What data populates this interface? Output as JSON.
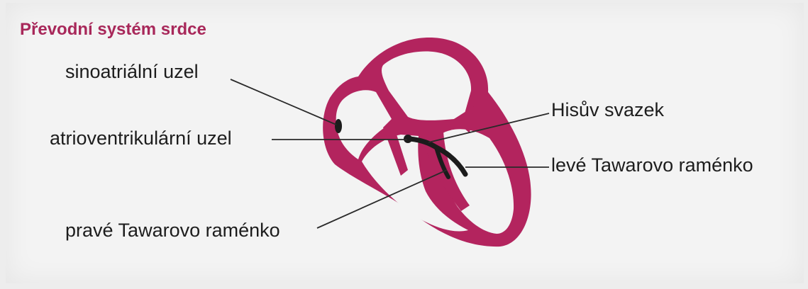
{
  "title": "Převodní systém srdce",
  "labels": {
    "sinoatrial_node": "sinoatriální uzel",
    "atrioventricular_node": "atrioventrikulární uzel",
    "bundle_of_his": "Hisův svazek",
    "left_bundle_branch": "levé Tawarovo raménko",
    "right_bundle_branch": "pravé Tawarovo raménko"
  },
  "colors": {
    "heart_muscle": "#b3245e",
    "conduction_tissue": "#1c1c1c",
    "title": "#a8285a",
    "background": "#f3f3f3"
  }
}
